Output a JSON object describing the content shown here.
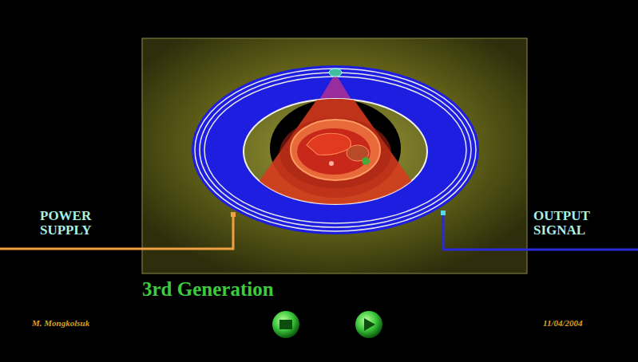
{
  "diagram": {
    "caption": "3rd Generation",
    "labels": [
      "POWER SUPPLY",
      "OUTPUT SIGNAL",
      "M. Mongkolsuk",
      "11/04/2004"
    ]
  }
}
